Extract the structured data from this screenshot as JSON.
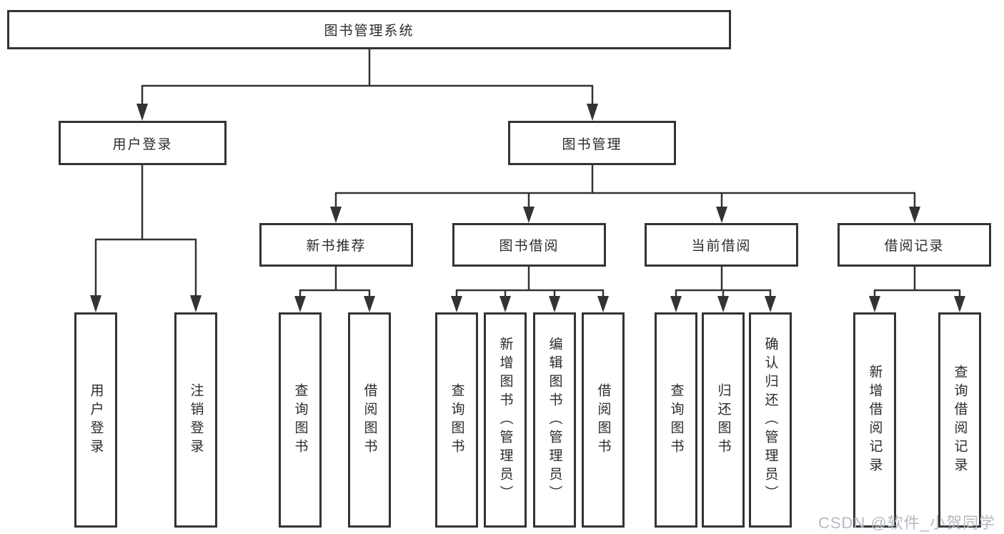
{
  "tree": {
    "root": {
      "label": "图书管理系统"
    },
    "user_login": {
      "label": "用户登录",
      "children": [
        {
          "label": "用户登录"
        },
        {
          "label": "注销登录"
        }
      ]
    },
    "book_management": {
      "label": "图书管理",
      "modules": [
        {
          "label": "新书推荐",
          "children": [
            {
              "label": "查询图书"
            },
            {
              "label": "借阅图书"
            }
          ]
        },
        {
          "label": "图书借阅",
          "children": [
            {
              "label": "查询图书"
            },
            {
              "label": "新增图书（管理员）"
            },
            {
              "label": "编辑图书（管理员）"
            },
            {
              "label": "借阅图书"
            }
          ]
        },
        {
          "label": "当前借阅",
          "children": [
            {
              "label": "查询图书"
            },
            {
              "label": "归还图书"
            },
            {
              "label": "确认归还（管理员）"
            }
          ]
        },
        {
          "label": "借阅记录",
          "children": [
            {
              "label": "新增借阅记录"
            },
            {
              "label": "查询借阅记录"
            }
          ]
        }
      ]
    }
  },
  "watermark": {
    "text": "CSDN @软件_小贺同学"
  },
  "colors": {
    "line": "#333333",
    "border": "#333333",
    "text": "#2b2b2b",
    "watermark": "#b5bac1",
    "background": "#ffffff"
  }
}
